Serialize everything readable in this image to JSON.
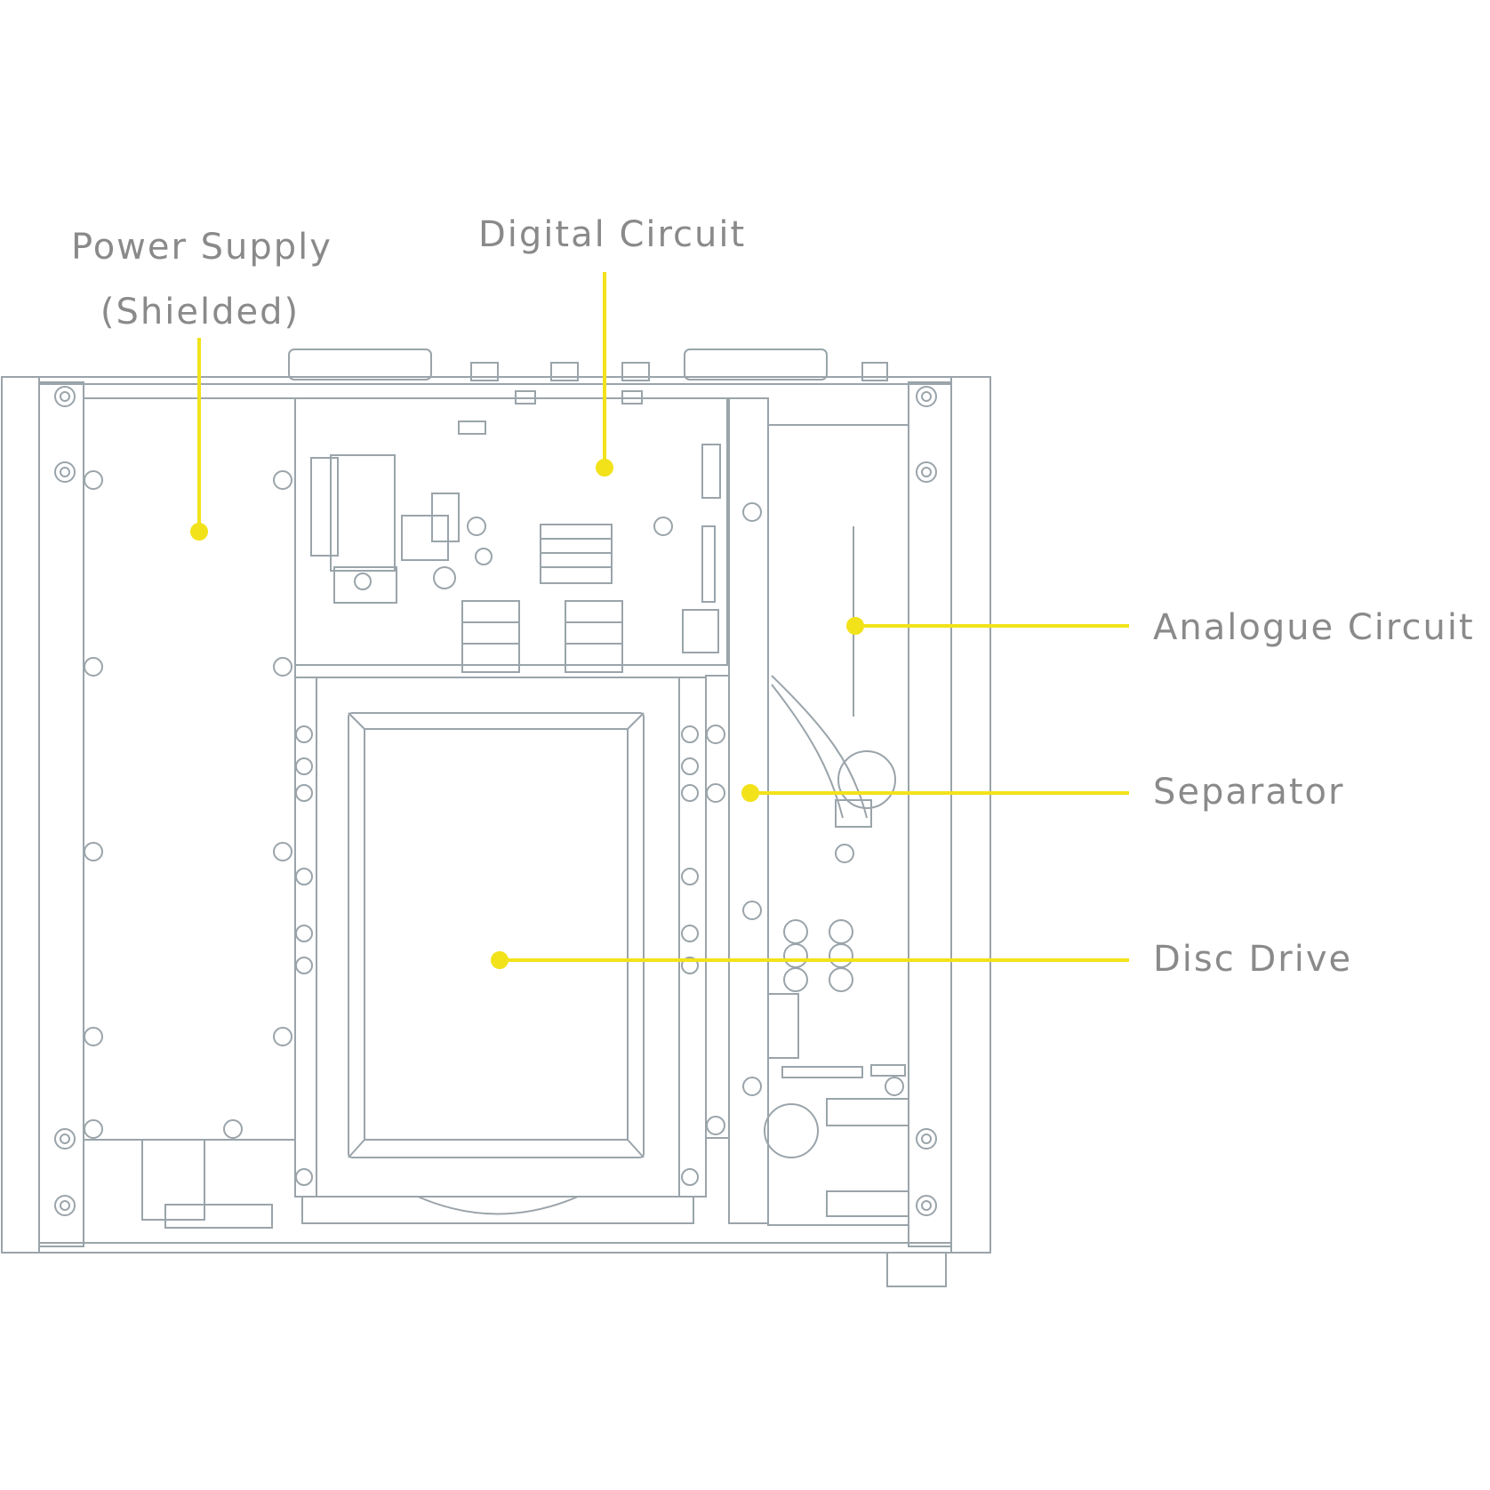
{
  "labels": {
    "power_supply_line1": "Power Supply",
    "power_supply_line2": "(Shielded)",
    "digital_circuit": "Digital Circuit",
    "analogue_circuit": "Analogue Circuit",
    "separator": "Separator",
    "disc_drive": "Disc Drive"
  },
  "colors": {
    "line_art": "#9aa4aa",
    "callout": "#f2e21a",
    "label_text": "#8a8a8a"
  }
}
